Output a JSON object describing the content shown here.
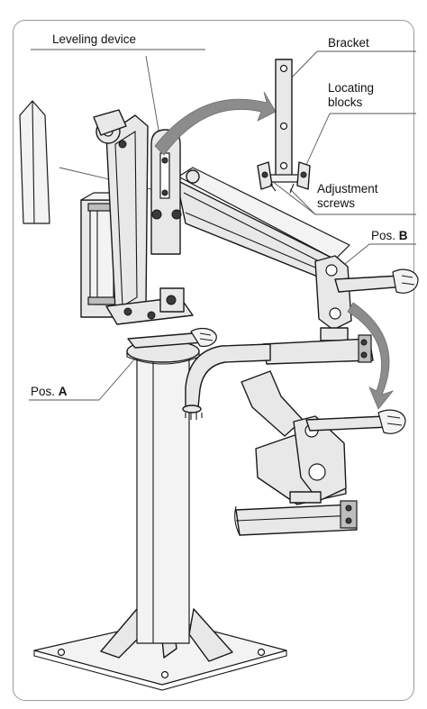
{
  "labels": {
    "leveling_device": "Leveling device",
    "bracket": "Bracket",
    "locating_blocks_1": "Locating",
    "locating_blocks_2": "blocks",
    "adjustment_screws_1": "Adjustment",
    "adjustment_screws_2": "screws",
    "pos_a_prefix": "Pos.",
    "pos_a_letter": "A",
    "pos_b_prefix": "Pos.",
    "pos_b_letter": "B"
  },
  "colors": {
    "line": "#1a1a1a",
    "part_fill": "#e6e6e6",
    "part_fill_light": "#f2f2f2",
    "arrow_fill": "#8c8c8c",
    "frame": "#9a9a9a",
    "leader": "#555555"
  }
}
